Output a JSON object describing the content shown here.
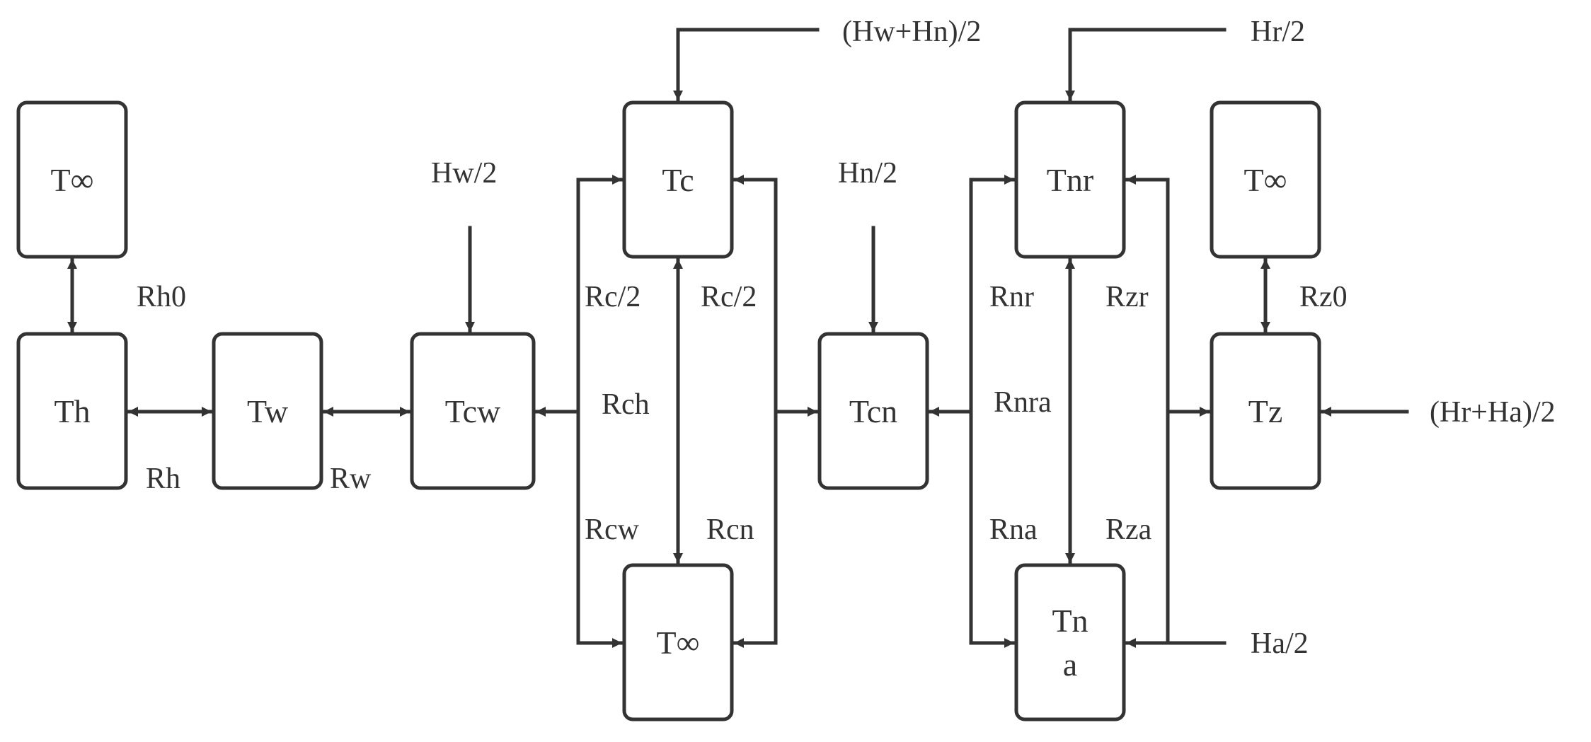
{
  "colors": {
    "stroke": "#333333",
    "background": "#ffffff"
  },
  "nodes": {
    "t_inf_left": "T∞",
    "th": "Th",
    "tw": "Tw",
    "tcw": "Tcw",
    "tc": "Tc",
    "t_inf_bottom": "T∞",
    "tcn": "Tcn",
    "tnr": "Tnr",
    "tna_line1": "Tn",
    "tna_line2": "a",
    "t_inf_right": "T∞",
    "tz": "Tz"
  },
  "labels": {
    "rh0": "Rh0",
    "rh": "Rh",
    "rw": "Rw",
    "hw2": "Hw/2",
    "hw_hn": "(Hw+Hn)/2",
    "rc2_left": "Rc/2",
    "rc2_right": "Rc/2",
    "rch": "Rch",
    "rcw": "Rcw",
    "rcn": "Rcn",
    "hn2": "Hn/2",
    "hr2": "Hr/2",
    "rnr": "Rnr",
    "rzr": "Rzr",
    "rnra": "Rnra",
    "rna": "Rna",
    "rza": "Rza",
    "ha2": "Ha/2",
    "rz0": "Rz0",
    "hr_ha": "(Hr+Ha)/2"
  }
}
